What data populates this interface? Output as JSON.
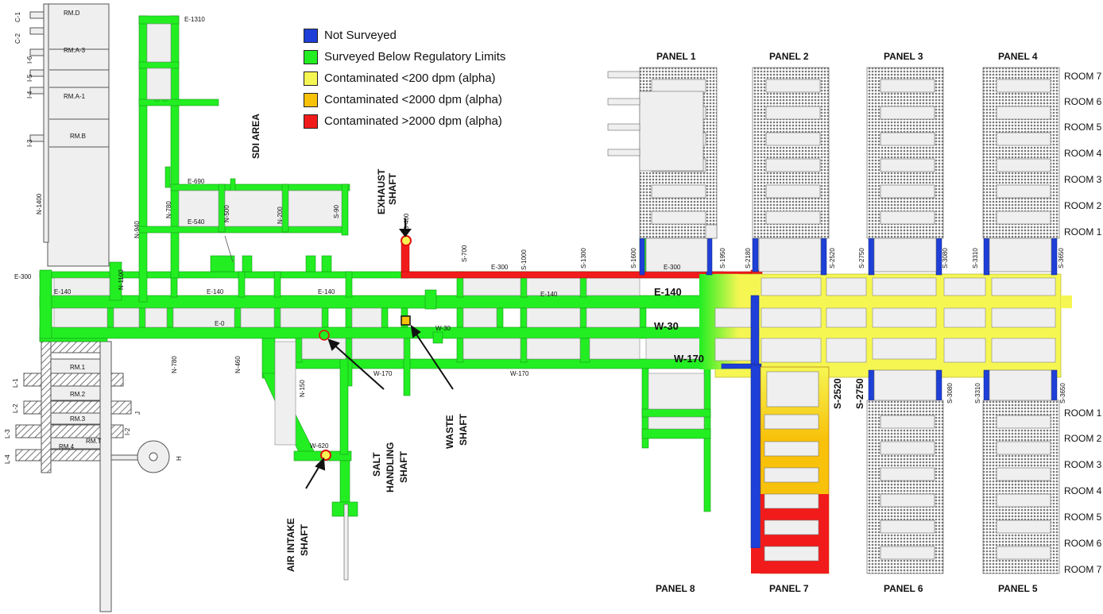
{
  "legend": [
    {
      "label": "Not Surveyed",
      "color": "#1e40d8"
    },
    {
      "label": "Surveyed Below Regulatory Limits",
      "color": "#22ee22"
    },
    {
      "label": "Contaminated <200 dpm (alpha)",
      "color": "#f6f653"
    },
    {
      "label": "Contaminated <2000 dpm (alpha)",
      "color": "#f8c10a"
    },
    {
      "label": "Contaminated >2000 dpm (alpha)",
      "color": "#f21b1b"
    }
  ],
  "colors": {
    "gray_fill": "#efefef",
    "stipple": "#9a9a9a",
    "outline": "#555555"
  },
  "panels_top": [
    "PANEL 1",
    "PANEL 2",
    "PANEL 3",
    "PANEL 4"
  ],
  "panels_bottom": [
    "PANEL 8",
    "PANEL 7",
    "PANEL 6",
    "PANEL 5"
  ],
  "rooms_top": [
    "ROOM 7",
    "ROOM 6",
    "ROOM 5",
    "ROOM 4",
    "ROOM 3",
    "ROOM 2",
    "ROOM 1"
  ],
  "rooms_bottom": [
    "ROOM 1",
    "ROOM 2",
    "ROOM 3",
    "ROOM 4",
    "ROOM 5",
    "ROOM 6",
    "ROOM 7"
  ],
  "drifts": {
    "e140": "E-140",
    "w30": "W-30",
    "w170": "W-170"
  },
  "shafts": {
    "exhaust": [
      "EXHAUST",
      "SHAFT"
    ],
    "salt": [
      "SALT",
      "HANDLING",
      "SHAFT"
    ],
    "waste": [
      "WASTE",
      "SHAFT"
    ],
    "air": [
      "AIR INTAKE",
      "SHAFT"
    ]
  },
  "area": {
    "sdi": "SDI AREA"
  },
  "north_rooms": [
    "RM.D",
    "RM.A-3",
    "RM.A-1",
    "RM.B"
  ],
  "south_rooms": [
    "RM.1",
    "RM.2",
    "RM.3",
    "RM.T",
    "RM.4"
  ],
  "side_labels_left": [
    "C-1",
    "C-2",
    "I-6",
    "I-5",
    "I-4",
    "I-3",
    "N-1400"
  ],
  "south_side_labels": [
    "L-1",
    "L-2",
    "L-3",
    "L-4",
    "J",
    "I-2",
    "H"
  ],
  "grid_labels": {
    "e1310": "E-1310",
    "e690": "E-690",
    "e540": "E-540",
    "n780a": "N-780",
    "n500": "N-500",
    "n200": "N-200",
    "s90": "S-90",
    "n940": "N-940",
    "n1100": "N-1100",
    "e300w": "E-300",
    "e140w": "E-140",
    "e140m": "E-140",
    "e140n": "E-140",
    "e140r": "E-140",
    "e0": "E-0",
    "n780b": "N-780",
    "n460": "N-460",
    "n150": "N-150",
    "w620": "W-620",
    "w30s": "W-30",
    "w170a": "W-170",
    "w170b": "W-170",
    "s400": "S-400",
    "s700": "S-700",
    "e300m": "E-300",
    "s1000": "S-1000",
    "s1300": "S-1300",
    "s1600": "S-1600",
    "e300r": "E-300",
    "s1950": "S-1950",
    "s2180": "S-2180",
    "s2520": "S-2520",
    "s2750": "S-2750",
    "s3080": "S-3080",
    "s3310": "S-3310",
    "s3650": "S-3650",
    "s2520b": "S-2520",
    "s2750b": "S-2750",
    "s3080b": "S-3080",
    "s3310b": "S-3310",
    "s3650b": "S-3650"
  }
}
